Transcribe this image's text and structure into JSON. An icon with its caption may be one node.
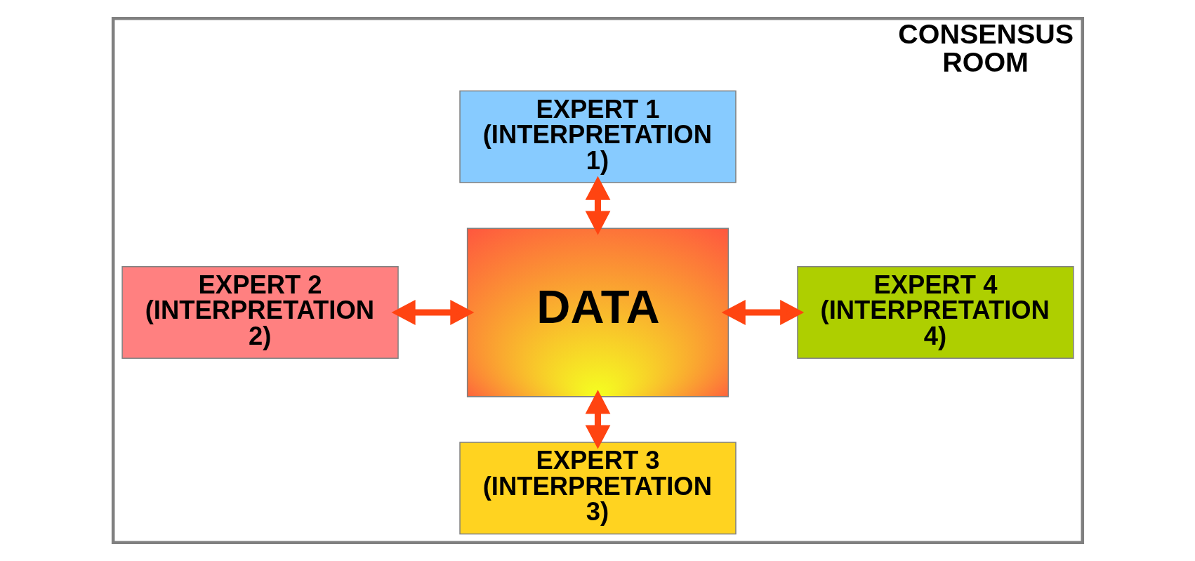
{
  "diagram": {
    "nodes": [
      {
        "text": [
          "CONSENSUS ROOM"
        ]
      },
      {
        "text": [
          "EXPERT 1 (INTERPRETATION 1)"
        ],
        "in": 0
      },
      {
        "text": [
          "EXPERT 2 (INTERPRETATION 2)"
        ],
        "in": 0
      },
      {
        "text": [
          "DATA"
        ],
        "in": 0
      },
      {
        "text": [
          "EXPERT 4 (INTERPRETATION 4)"
        ],
        "in": 0
      },
      {
        "text": [
          "EXPERT 3 (INTERPRETATION 3)"
        ],
        "in": 0
      }
    ],
    "edges": [
      {
        "from": 1,
        "to": 3,
        "arrow": "both"
      },
      {
        "from": 2,
        "to": 3,
        "arrow": "both"
      },
      {
        "from": 3,
        "to": 4,
        "arrow": "both"
      },
      {
        "from": 3,
        "to": 5,
        "arrow": "both"
      }
    ]
  }
}
